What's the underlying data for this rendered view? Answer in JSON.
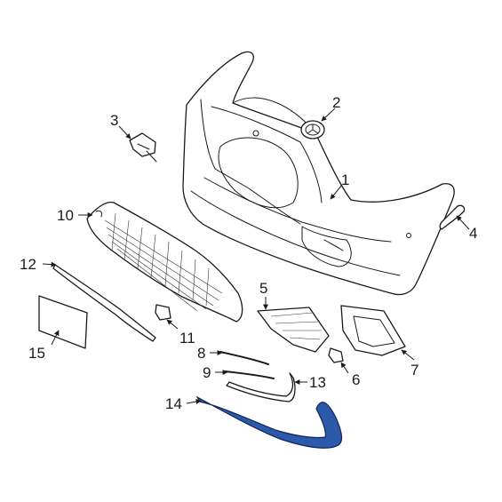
{
  "colors": {
    "line": "#1a1a1a",
    "highlight": "#2c5aa8",
    "highlight_stroke": "#10245a",
    "background": "#ffffff"
  },
  "callouts": [
    {
      "id": "1",
      "label": "1"
    },
    {
      "id": "2",
      "label": "2"
    },
    {
      "id": "3",
      "label": "3"
    },
    {
      "id": "4",
      "label": "4"
    },
    {
      "id": "5",
      "label": "5"
    },
    {
      "id": "6",
      "label": "6"
    },
    {
      "id": "7",
      "label": "7"
    },
    {
      "id": "8",
      "label": "8"
    },
    {
      "id": "9",
      "label": "9"
    },
    {
      "id": "10",
      "label": "10"
    },
    {
      "id": "11",
      "label": "11"
    },
    {
      "id": "12",
      "label": "12"
    },
    {
      "id": "13",
      "label": "13"
    },
    {
      "id": "14",
      "label": "14"
    },
    {
      "id": "15",
      "label": "15"
    }
  ]
}
